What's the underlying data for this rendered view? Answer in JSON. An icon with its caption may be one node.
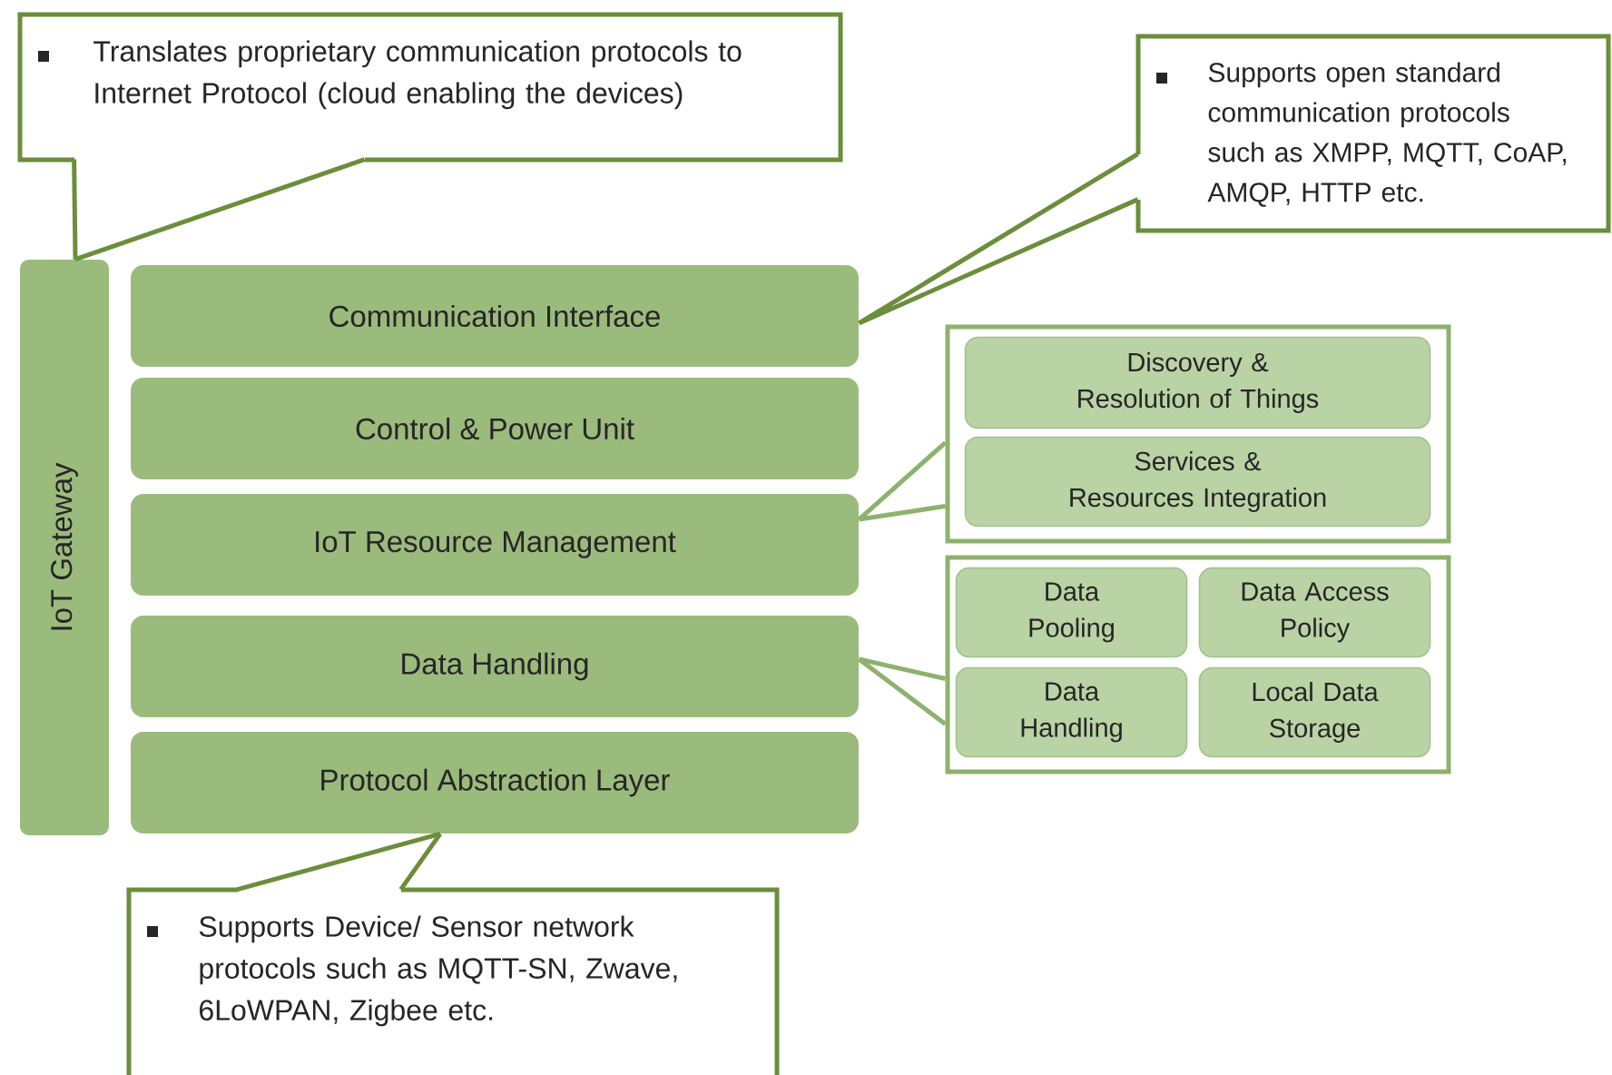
{
  "diagram": {
    "nodes": [
      {
        "text": [
          "IoT Gateway"
        ]
      },
      {
        "text": [
          "Communication Interface"
        ]
      },
      {
        "text": [
          "Control & Power Unit"
        ]
      },
      {
        "text": [
          "IoT Resource Management"
        ]
      },
      {
        "text": [
          "Data Handling"
        ]
      },
      {
        "text": [
          "Protocol Abstraction Layer"
        ]
      },
      {
        "text": [
          "Translates proprietary communication protocols to Internet Protocol (cloud enabling the devices)"
        ]
      },
      {
        "text": [
          "Supports open standard communication protocols such as XMPP, MQTT, CoAP, AMQP, HTTP etc."
        ]
      },
      {
        "text": [],
        "shape": "box"
      },
      {
        "text": [
          "Discovery & Resolution of Things"
        ],
        "in": 8
      },
      {
        "text": [
          "Services & Resources Integration"
        ],
        "in": 8
      },
      {
        "text": [],
        "shape": "box"
      },
      {
        "text": [
          "Data Pooling"
        ],
        "in": 11
      },
      {
        "text": [
          "Data Access Policy"
        ],
        "in": 11
      },
      {
        "text": [
          "Data Handling"
        ],
        "in": 11
      },
      {
        "text": [
          "Local Data Storage"
        ],
        "in": 11
      },
      {
        "text": [
          "Supports Device/ Sensor network protocols such as MQTT-SN, Zwave, 6LoWPAN, Zigbee etc."
        ]
      }
    ],
    "edges": [
      {
        "from": 6,
        "to": 0,
        "arrow": "none"
      },
      {
        "from": 7,
        "to": 1,
        "arrow": "none"
      },
      {
        "from": 8,
        "to": 3,
        "arrow": "none",
        "color": "#8db26e"
      },
      {
        "from": 11,
        "to": 4,
        "arrow": "none",
        "color": "#8db26e"
      },
      {
        "from": 16,
        "to": 5,
        "arrow": "none"
      }
    ]
  }
}
